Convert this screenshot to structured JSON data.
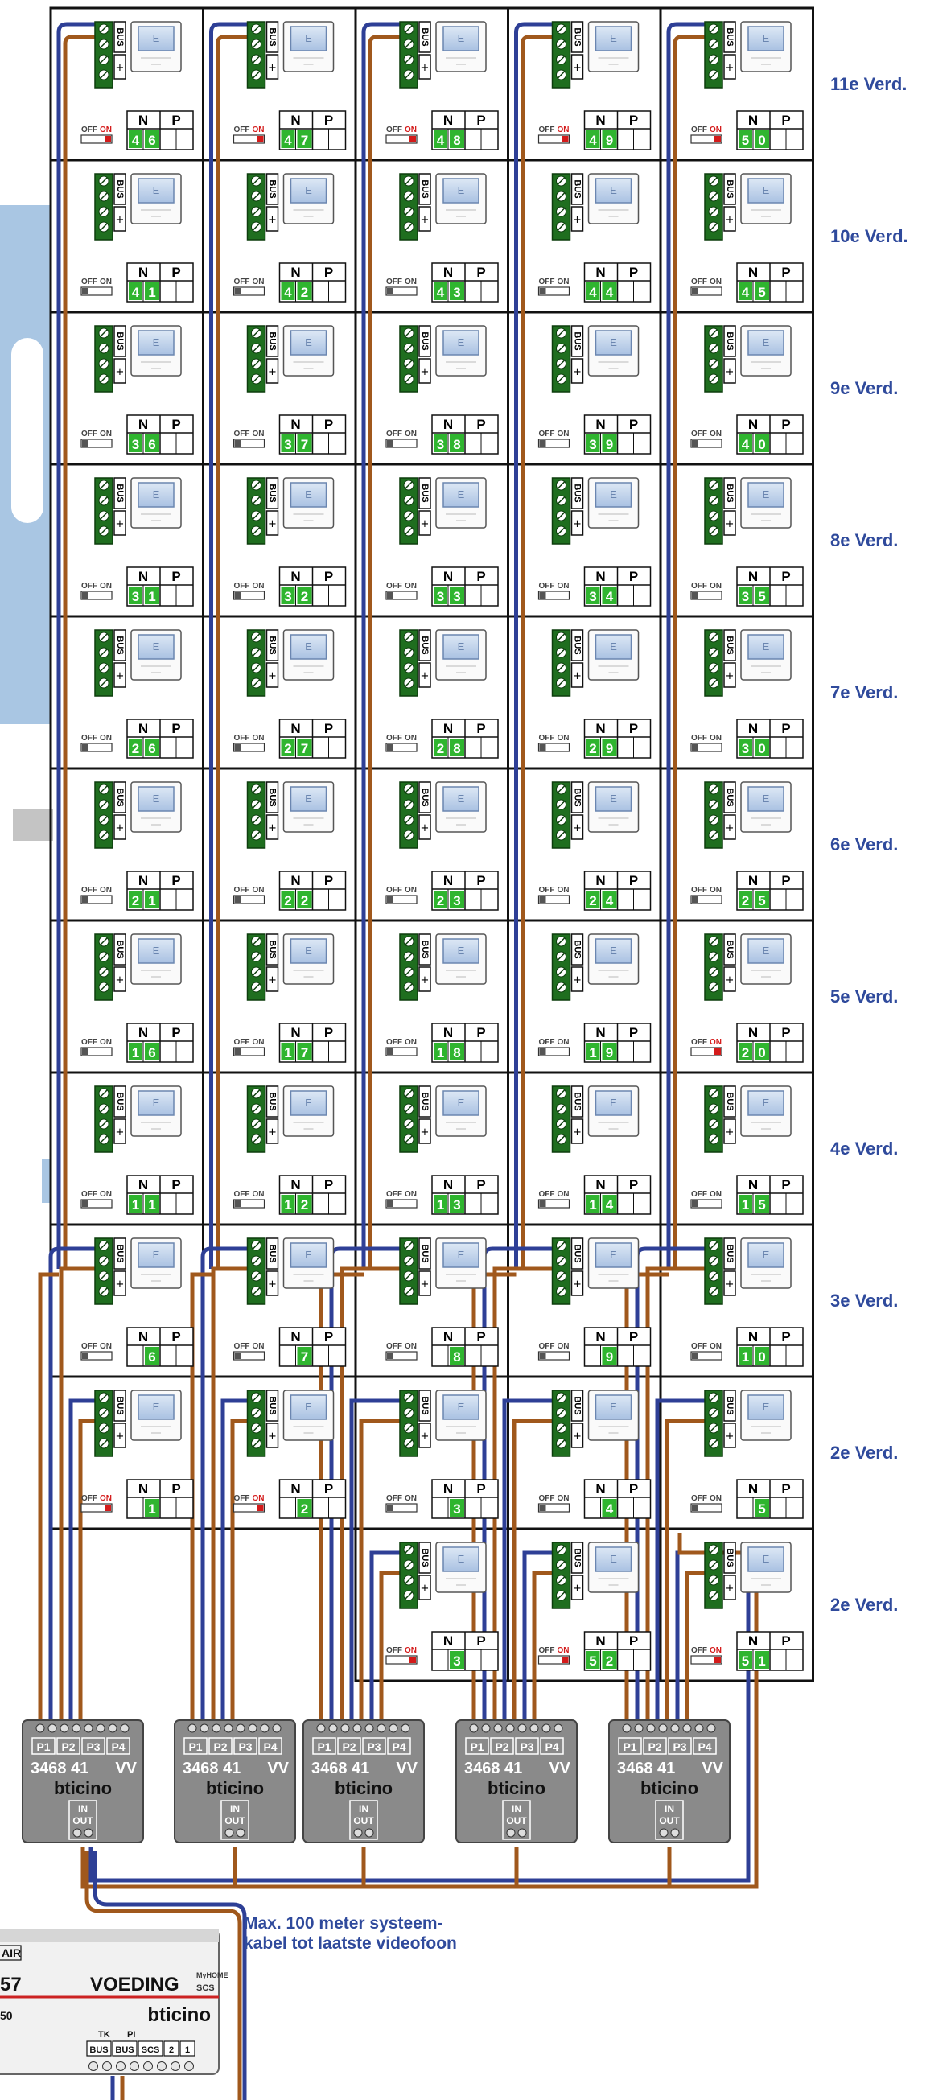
{
  "floors": [
    {
      "label": "11e Verd.",
      "units": [
        {
          "n": "4",
          "p": "6",
          "sw": "ON"
        },
        {
          "n": "4",
          "p": "7",
          "sw": "ON"
        },
        {
          "n": "4",
          "p": "8",
          "sw": "ON"
        },
        {
          "n": "4",
          "p": "9",
          "sw": "ON"
        },
        {
          "n": "5",
          "p": "0",
          "sw": "ON"
        }
      ]
    },
    {
      "label": "10e Verd.",
      "units": [
        {
          "n": "4",
          "p": "1",
          "sw": "OFF"
        },
        {
          "n": "4",
          "p": "2",
          "sw": "OFF"
        },
        {
          "n": "4",
          "p": "3",
          "sw": "OFF"
        },
        {
          "n": "4",
          "p": "4",
          "sw": "OFF"
        },
        {
          "n": "4",
          "p": "5",
          "sw": "OFF"
        }
      ]
    },
    {
      "label": "9e Verd.",
      "units": [
        {
          "n": "3",
          "p": "6",
          "sw": "OFF"
        },
        {
          "n": "3",
          "p": "7",
          "sw": "OFF"
        },
        {
          "n": "3",
          "p": "8",
          "sw": "OFF"
        },
        {
          "n": "3",
          "p": "9",
          "sw": "OFF"
        },
        {
          "n": "4",
          "p": "0",
          "sw": "OFF"
        }
      ]
    },
    {
      "label": "8e Verd.",
      "units": [
        {
          "n": "3",
          "p": "1",
          "sw": "OFF"
        },
        {
          "n": "3",
          "p": "2",
          "sw": "OFF"
        },
        {
          "n": "3",
          "p": "3",
          "sw": "OFF"
        },
        {
          "n": "3",
          "p": "4",
          "sw": "OFF"
        },
        {
          "n": "3",
          "p": "5",
          "sw": "OFF"
        }
      ]
    },
    {
      "label": "7e Verd.",
      "units": [
        {
          "n": "2",
          "p": "6",
          "sw": "OFF"
        },
        {
          "n": "2",
          "p": "7",
          "sw": "OFF"
        },
        {
          "n": "2",
          "p": "8",
          "sw": "OFF"
        },
        {
          "n": "2",
          "p": "9",
          "sw": "OFF"
        },
        {
          "n": "3",
          "p": "0",
          "sw": "OFF"
        }
      ]
    },
    {
      "label": "6e Verd.",
      "units": [
        {
          "n": "2",
          "p": "1",
          "sw": "OFF"
        },
        {
          "n": "2",
          "p": "2",
          "sw": "OFF"
        },
        {
          "n": "2",
          "p": "3",
          "sw": "OFF"
        },
        {
          "n": "2",
          "p": "4",
          "sw": "OFF"
        },
        {
          "n": "2",
          "p": "5",
          "sw": "OFF"
        }
      ]
    },
    {
      "label": "5e Verd.",
      "units": [
        {
          "n": "1",
          "p": "6",
          "sw": "OFF"
        },
        {
          "n": "1",
          "p": "7",
          "sw": "OFF"
        },
        {
          "n": "1",
          "p": "8",
          "sw": "OFF"
        },
        {
          "n": "1",
          "p": "9",
          "sw": "OFF"
        },
        {
          "n": "2",
          "p": "0",
          "sw": "ON"
        }
      ]
    },
    {
      "label": "4e Verd.",
      "units": [
        {
          "n": "1",
          "p": "1",
          "sw": "OFF"
        },
        {
          "n": "1",
          "p": "2",
          "sw": "OFF"
        },
        {
          "n": "1",
          "p": "3",
          "sw": "OFF"
        },
        {
          "n": "1",
          "p": "4",
          "sw": "OFF"
        },
        {
          "n": "1",
          "p": "5",
          "sw": "OFF"
        }
      ]
    },
    {
      "label": "3e Verd.",
      "units": [
        {
          "n": "",
          "p": "6",
          "sw": "OFF"
        },
        {
          "n": "",
          "p": "7",
          "sw": "OFF"
        },
        {
          "n": "",
          "p": "8",
          "sw": "OFF"
        },
        {
          "n": "",
          "p": "9",
          "sw": "OFF"
        },
        {
          "n": "1",
          "p": "0",
          "sw": "OFF"
        }
      ]
    },
    {
      "label": "2e Verd.",
      "units": [
        {
          "n": "",
          "p": "1",
          "sw": "ON"
        },
        {
          "n": "",
          "p": "2",
          "sw": "ON"
        },
        {
          "n": "",
          "p": "3",
          "sw": "OFF"
        },
        {
          "n": "",
          "p": "4",
          "sw": "OFF"
        },
        {
          "n": "",
          "p": "5",
          "sw": "OFF"
        }
      ]
    },
    {
      "label": "2e Verd.",
      "units": [
        null,
        null,
        {
          "n": "",
          "p": "3",
          "sw": "ON"
        },
        {
          "n": "5",
          "p": "2",
          "sw": "ON"
        },
        {
          "n": "5",
          "p": "1",
          "sw": "ON"
        }
      ]
    }
  ],
  "unit_text": {
    "bus": "BUS",
    "n_header": "N",
    "p_header": "P",
    "off": "OFF",
    "on": "ON",
    "screen_letter": "E"
  },
  "distributor": {
    "ports": [
      "P1",
      "P2",
      "P3",
      "P4"
    ],
    "model": "3468 41",
    "vv": "VV",
    "brand": "bticino",
    "in": "IN",
    "out": "OUT"
  },
  "power_supply": {
    "title": "VOEDING",
    "model_partial": "57",
    "label_partial": "AIR",
    "code_partial": "50",
    "brand": "bticino",
    "myhome": "MyHOME",
    "scs": "SCS",
    "tk": "TK",
    "pi": "PI",
    "terminals": [
      "BUS",
      "BUS",
      "SCS",
      "2",
      "1"
    ]
  },
  "note": {
    "line1": "Max. 100 meter systeem-",
    "line2": "kabel tot laatste videofoon"
  },
  "colors": {
    "bus_blue": "#2e3f96",
    "bus_brown": "#a0581c",
    "terminal_green": "#1f6e1f",
    "digit_green": "#2fb52f",
    "label_blue": "#2f4a9c",
    "box_grey": "#8a8a8a",
    "switch_red": "#d41a1a",
    "screen_blue": "#b9cde8"
  }
}
